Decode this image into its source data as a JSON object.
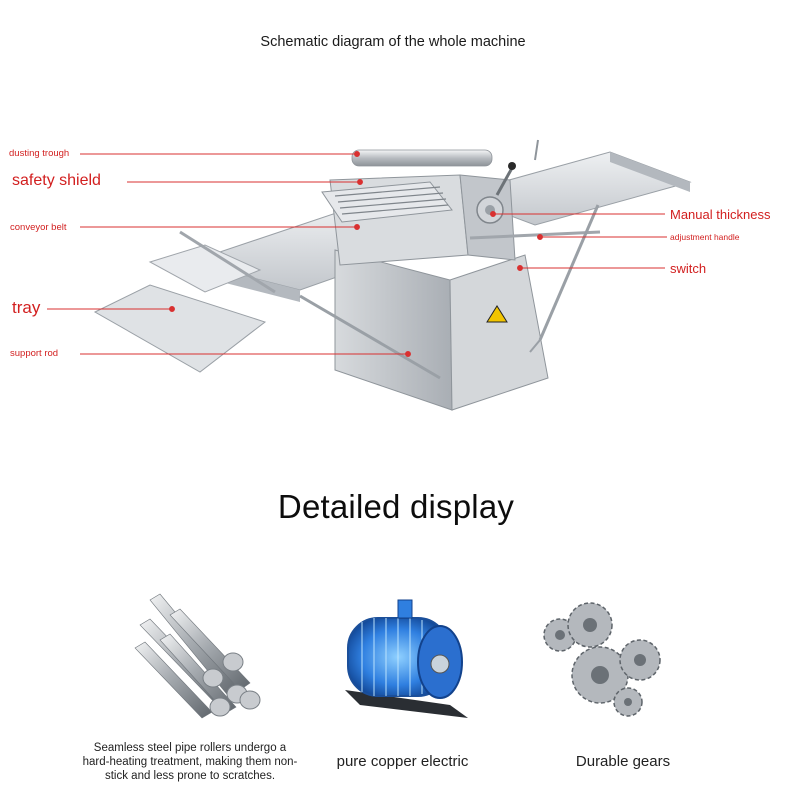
{
  "diagram_title": "Schematic diagram of the whole machine",
  "labels": {
    "dusting_trough": "dusting trough",
    "safety_shield": "safety shield",
    "conveyor_belt": "conveyor belt",
    "tray": "tray",
    "support_rod": "support rod",
    "manual_thickness": "Manual thickness",
    "adjustment_handle": "adjustment handle",
    "switch": "switch"
  },
  "section_title": "Detailed display",
  "details": [
    {
      "icon": "steel-rollers-icon",
      "caption": "Seamless steel pipe rollers undergo a hard-heating treatment, making them non-stick and less prone to scratches."
    },
    {
      "icon": "electric-motor-icon",
      "caption": "pure copper electric"
    },
    {
      "icon": "gears-icon",
      "caption": "Durable gears"
    }
  ],
  "colors": {
    "label_red": "#d21f1f",
    "leader_line": "#d93030",
    "machine_steel": "#c9ccd0",
    "motor_blue": "#2f7fe0"
  }
}
